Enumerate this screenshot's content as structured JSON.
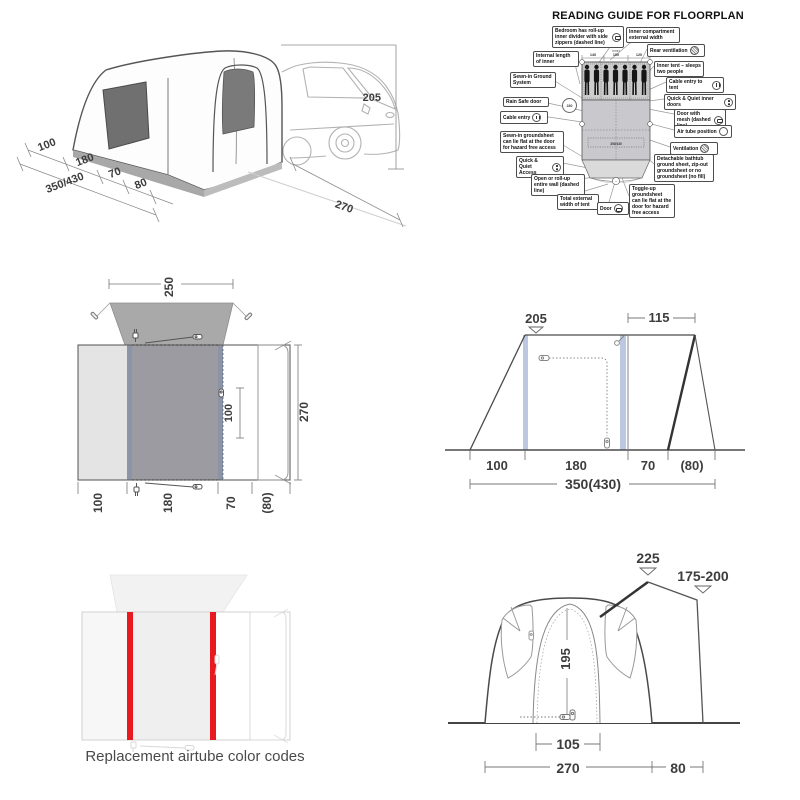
{
  "perspective": {
    "height": "205",
    "seg_100": "100",
    "seg_180": "180",
    "seg_70": "70",
    "seg_80": "80",
    "total": "350/430",
    "depth": "270"
  },
  "reading_guide": {
    "title": "READING GUIDE FOR FLOORPLAN",
    "inner_note": "inner",
    "ticks": [
      "140",
      "100",
      "120"
    ],
    "inner_length": "240",
    "inner_width_note": "350/430",
    "door_mark": "~",
    "labels": [
      {
        "text": "Bedroom has roll-up inner divider with side zippers (dashed line)",
        "icon": "zipper"
      },
      {
        "text": "Inner compartment external width",
        "icon": ""
      },
      {
        "text": "Internal length of inner",
        "icon": ""
      },
      {
        "text": "Rear ventilation",
        "icon": "vent"
      },
      {
        "text": "Sewn-in Ground System",
        "icon": ""
      },
      {
        "text": "Inner tent – sleeps two people",
        "icon": ""
      },
      {
        "text": "Rain Safe door",
        "icon": ""
      },
      {
        "text": "Cable entry to tent",
        "icon": "plug"
      },
      {
        "text": "Cable entry",
        "icon": "plug"
      },
      {
        "text": "Quick & Quiet inner doors",
        "icon": "dots"
      },
      {
        "text": "Sewn-in groundsheet can lie flat at the door for hazard free access",
        "icon": ""
      },
      {
        "text": "Door with mesh (dashed line)",
        "icon": "zipper"
      },
      {
        "text": "Quick & Quiet Access",
        "icon": "dots"
      },
      {
        "text": "Air tube position",
        "icon": "tube"
      },
      {
        "text": "Open or roll-up entire wall (dashed line)",
        "icon": ""
      },
      {
        "text": "Ventilation",
        "icon": "vent"
      },
      {
        "text": "Total external width of tent",
        "icon": ""
      },
      {
        "text": "Detachable bathtub ground sheet, zip-out groundsheet or no groundsheet (no fill)",
        "icon": ""
      },
      {
        "text": "Door",
        "icon": "zipper"
      },
      {
        "text": "Toggle-up groundsheet can lie flat at the door for hazard free access",
        "icon": ""
      }
    ]
  },
  "top_view": {
    "canopy_width": "250",
    "depth": "270",
    "door_height": "100",
    "seg_100": "100",
    "seg_180": "180",
    "seg_70": "70",
    "seg_80": "(80)"
  },
  "front_view": {
    "height": "205",
    "rear_width": "115",
    "seg_100": "100",
    "seg_180": "180",
    "seg_70": "70",
    "seg_80": "(80)",
    "total": "350(430)"
  },
  "airtube_view": {
    "caption": "Replacement airtube color codes",
    "tube_color": "#e8191f"
  },
  "side_view": {
    "peak_height": "225",
    "attach_height": "175-200",
    "door_height": "195",
    "door_width": "105",
    "body_width": "270",
    "tunnel_width": "80"
  }
}
